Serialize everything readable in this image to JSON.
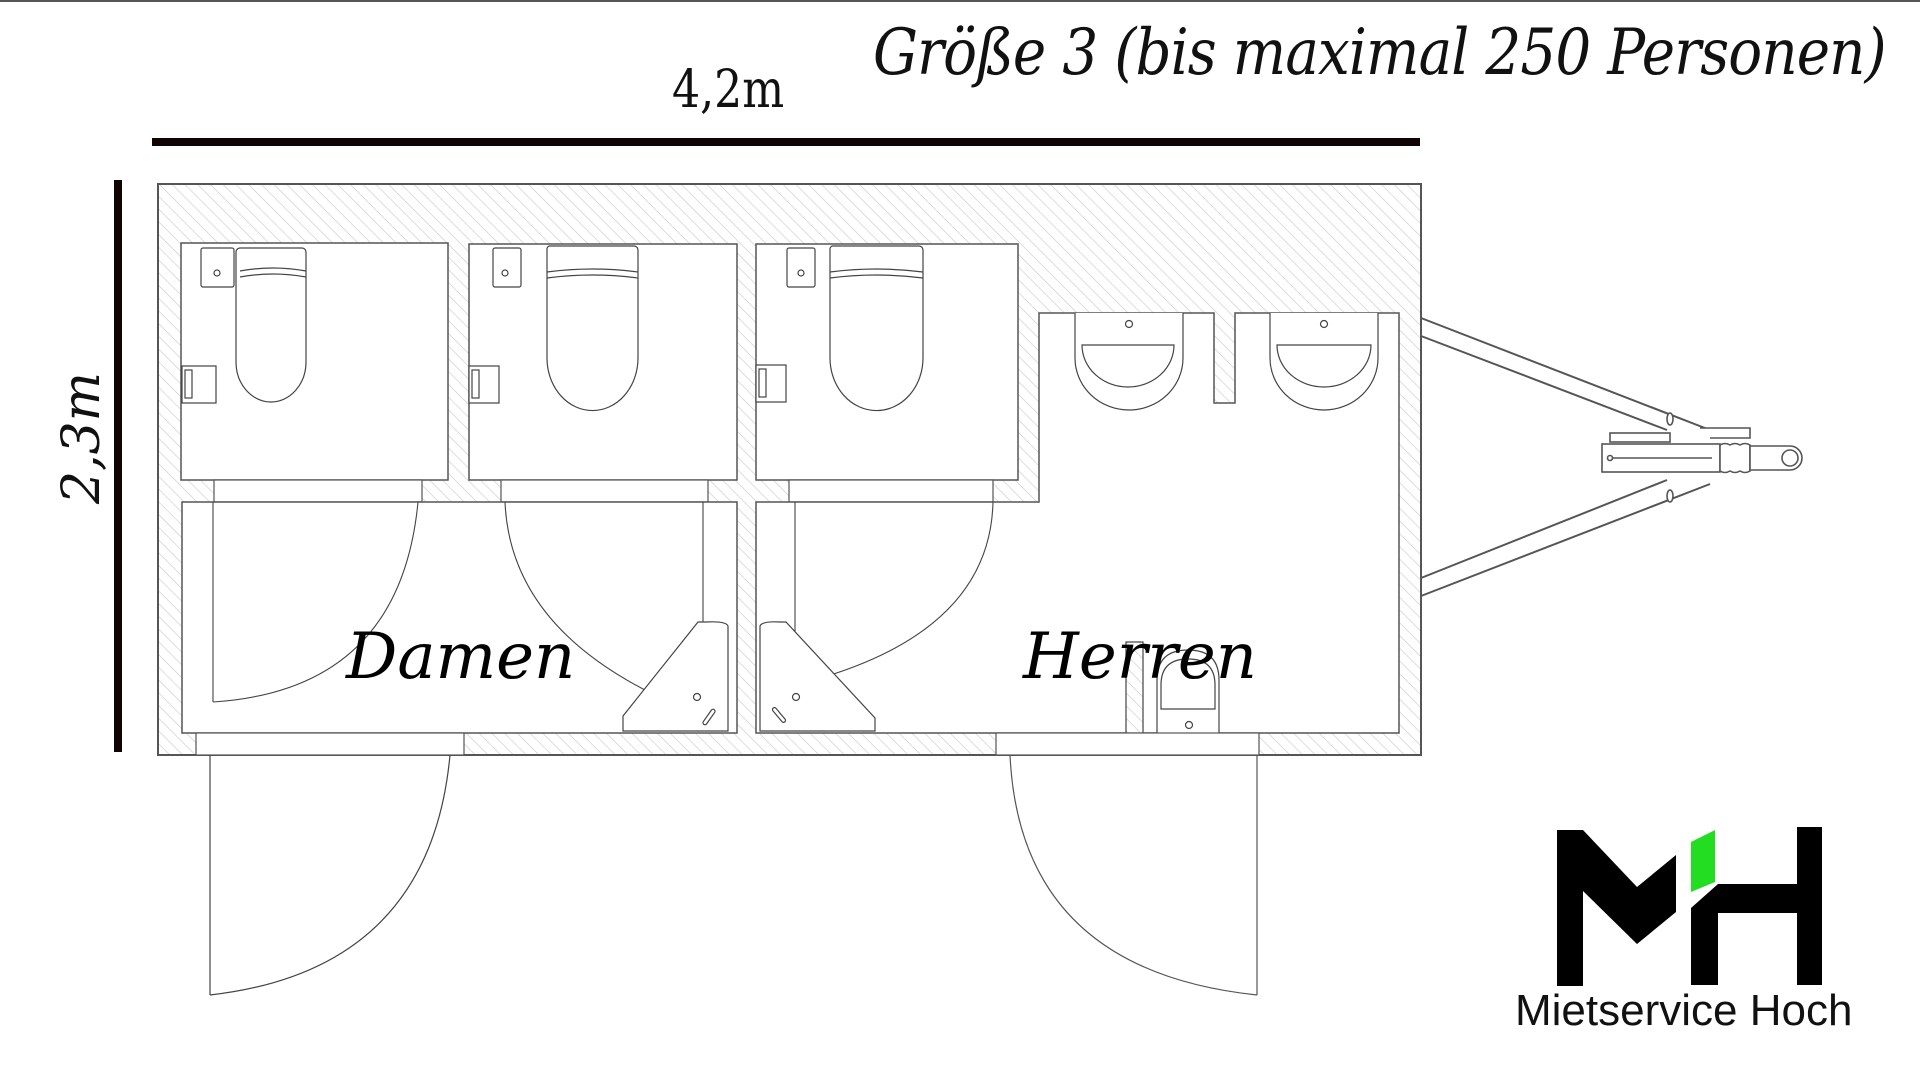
{
  "title": "Größe 3 (bis maximal 250 Personen)",
  "dimensions": {
    "width_label": "4,2m",
    "height_label": "2,3m"
  },
  "rooms": {
    "left_label": "Damen",
    "right_label": "Herren"
  },
  "fixtures": {
    "toilet_cabins": 3,
    "urinals_wall": 2,
    "urinal_floor": 1,
    "corner_sinks": 2,
    "entry_doors": 2,
    "tow_bar": "trailer-coupling"
  },
  "logo": {
    "monogram": "MH",
    "company": "Mietservice Hoch",
    "accent_color": "#22dd22",
    "primary_color": "#000000"
  },
  "colors": {
    "wall_line": "#555555",
    "hatch": "#cfcfcf",
    "dimension_bar": "#110404"
  }
}
